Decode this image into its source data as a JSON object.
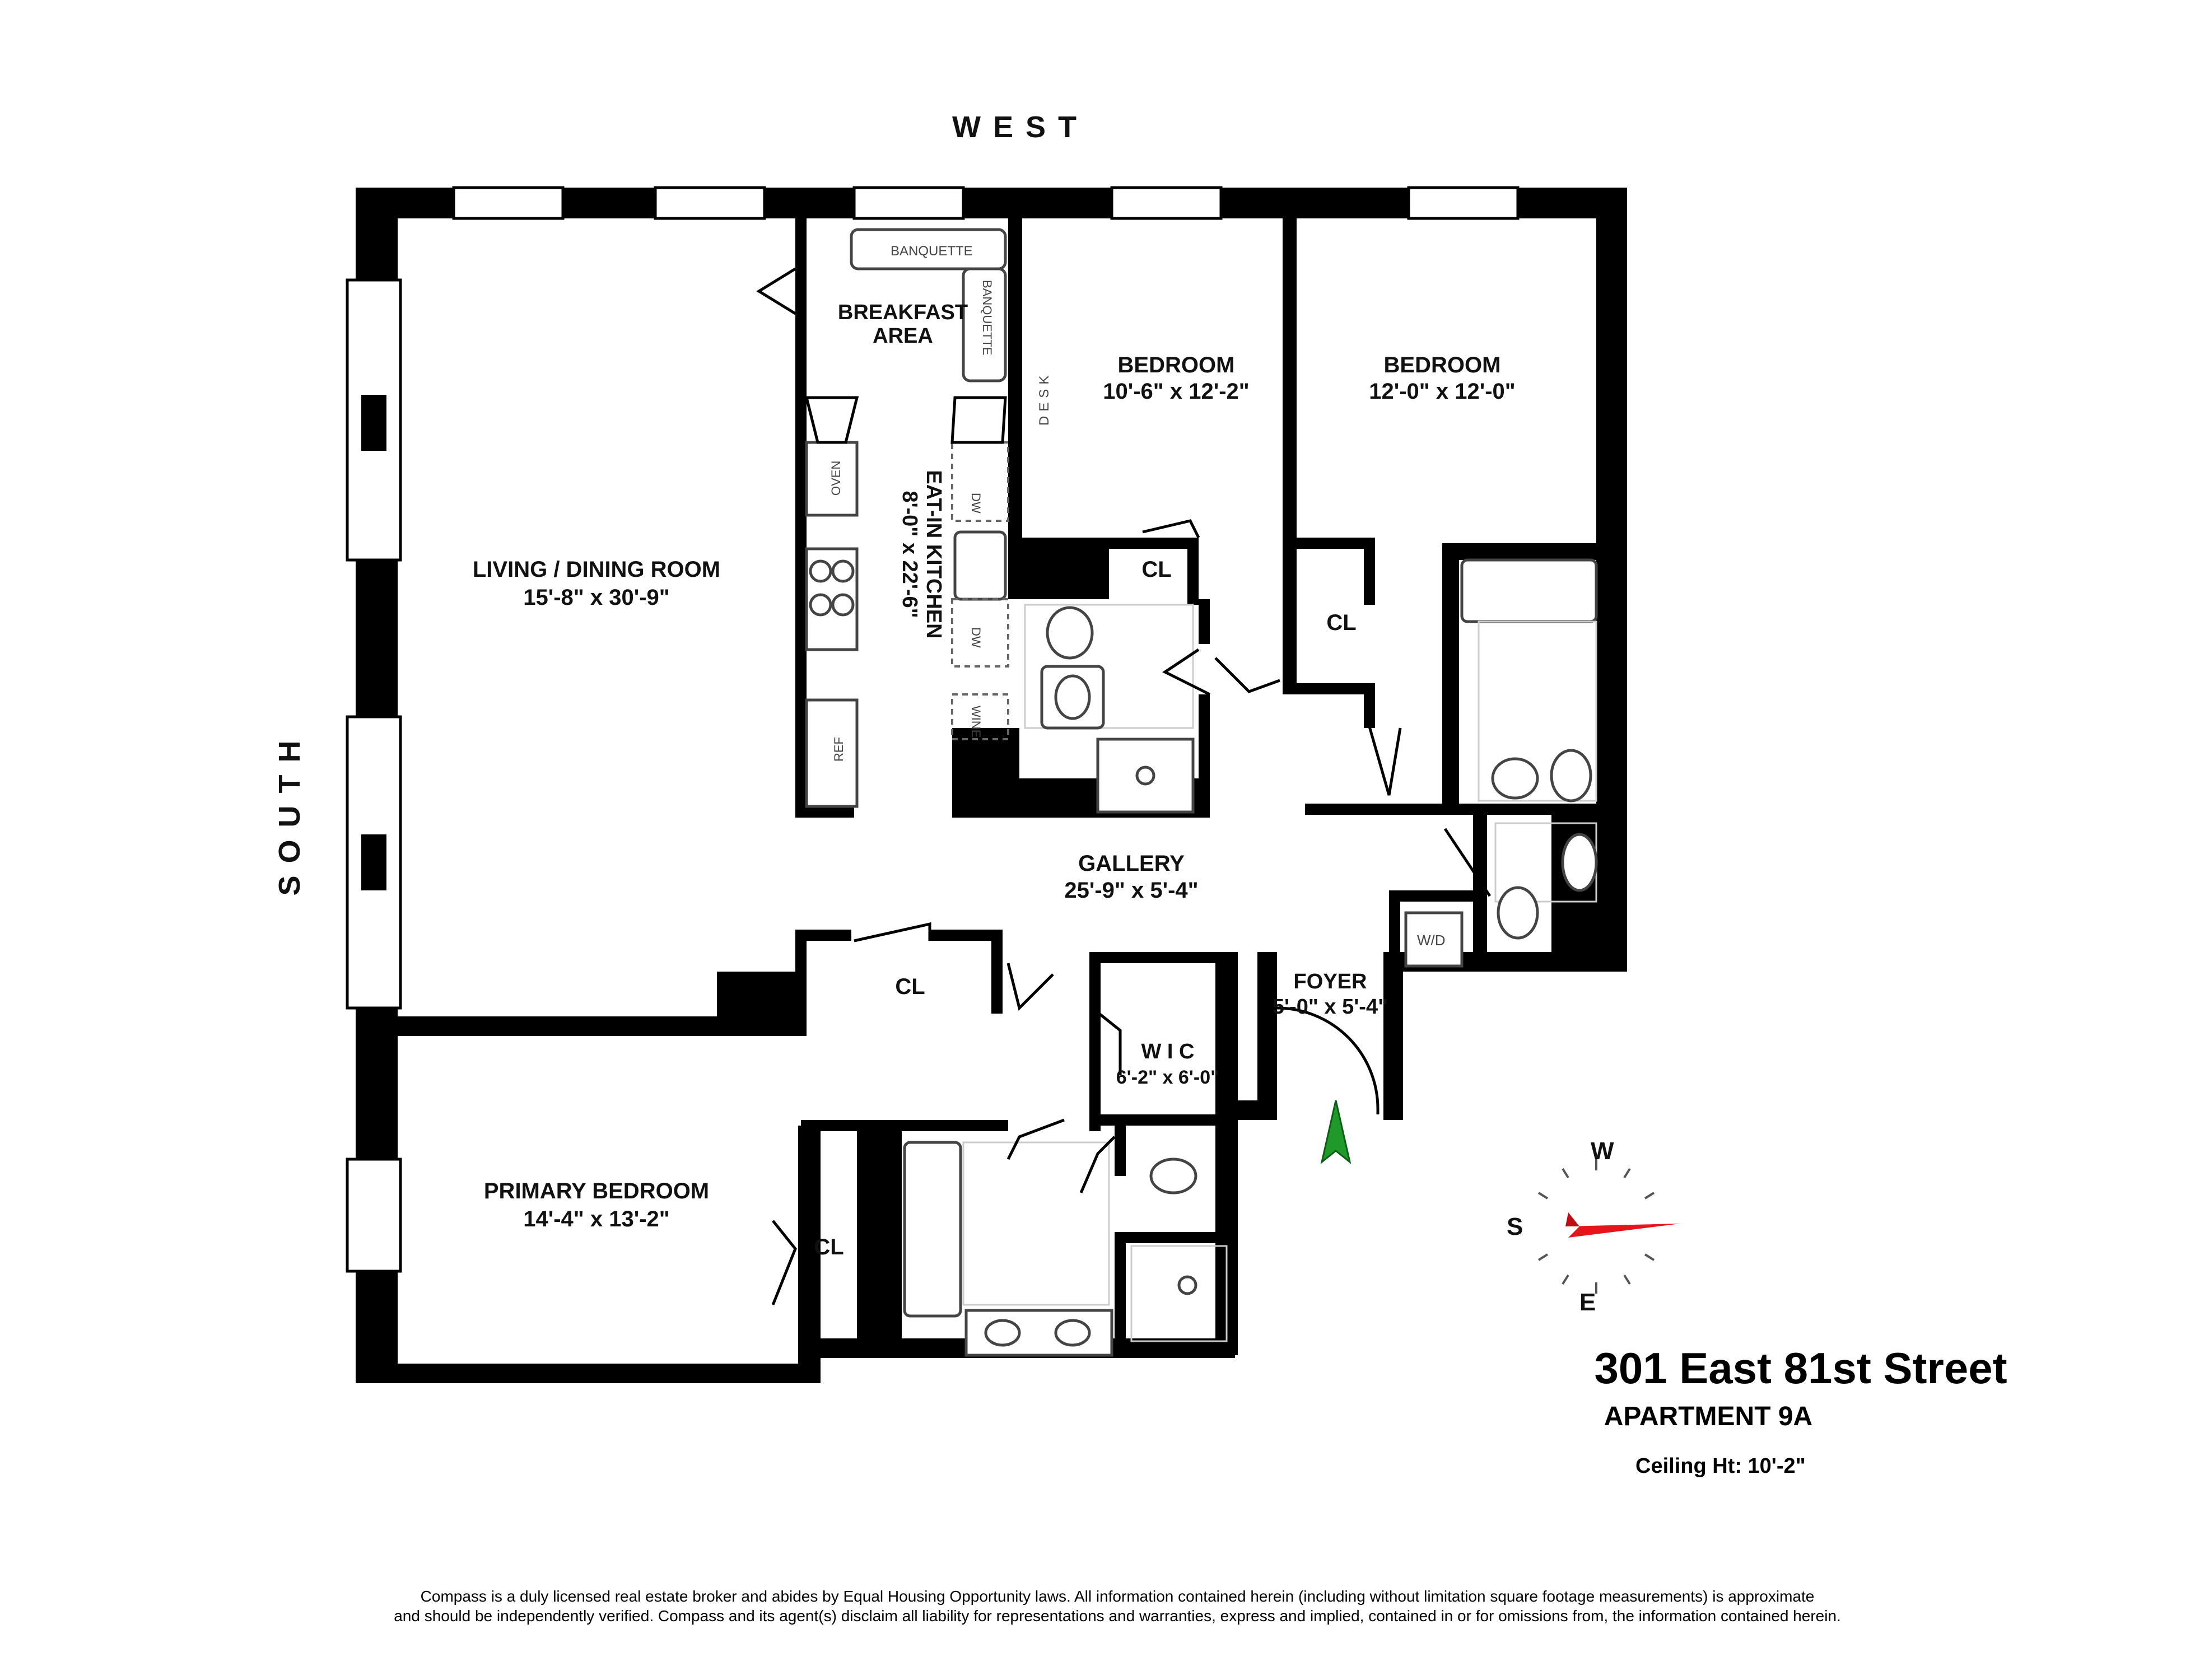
{
  "orientation": {
    "top": "WEST",
    "left": "SOUTH"
  },
  "rooms": {
    "living": {
      "name": "LIVING / DINING ROOM",
      "dims": "15'-8\" x 30'-9\""
    },
    "breakfast": {
      "line1": "BREAKFAST",
      "line2": "AREA"
    },
    "kitchen": {
      "name": "EAT-IN KITCHEN",
      "dims": "8'-0\" x 22'-6\""
    },
    "bedroom_a": {
      "name": "BEDROOM",
      "dims": "10'-6\" x 12'-2\""
    },
    "bedroom_b": {
      "name": "BEDROOM",
      "dims": "12'-0\" x 12'-0\""
    },
    "gallery": {
      "name": "GALLERY",
      "dims": "25'-9\" x 5'-4\""
    },
    "foyer": {
      "name": "FOYER",
      "dims": "5'-0\" x 5'-4\""
    },
    "wic": {
      "name": "W I C",
      "dims": "6'-2\" x 6'-0\""
    },
    "primary": {
      "name": "PRIMARY BEDROOM",
      "dims": "14'-4\" x 13'-2\""
    }
  },
  "closet_label": "CL",
  "fixtures": {
    "banquette": "BANQUETTE",
    "desk": "DESK",
    "oven": "OVEN",
    "ref": "REF",
    "dw": "DW",
    "wine": "WINE",
    "wd": "W/D"
  },
  "compass": {
    "north": "W",
    "south": "E",
    "west": "S",
    "needle_color": "#e8141c",
    "entry_arrow_color": "#1f9a2a"
  },
  "address": {
    "street": "301 East 81st Street",
    "apartment": "APARTMENT 9A",
    "ceiling": "Ceiling Ht: 10'-2\""
  },
  "disclaimer": {
    "line1": "Compass is a duly licensed real estate broker and abides by Equal Housing Opportunity laws. All information contained herein (including without limitation square footage measurements) is approximate",
    "line2": "and should be independently verified. Compass and its agent(s) disclaim all liability for representations and warranties, express and implied, contained in or for omissions from, the information contained herein."
  }
}
